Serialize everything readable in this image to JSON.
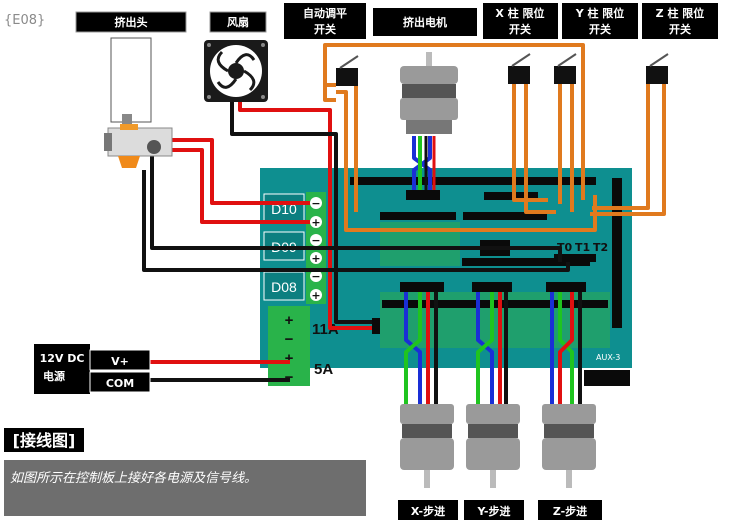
{
  "code": "{E08}",
  "labels": {
    "extruder": "挤出头",
    "fan": "风扇",
    "auto_level_1": "自动调平",
    "auto_level_2": "开关",
    "extruder_motor": "挤出电机",
    "x_limit_1": "X 柱 限位",
    "x_limit_2": "开关",
    "y_limit_1": "Y 柱 限位",
    "y_limit_2": "开关",
    "z_limit_1": "Z 柱 限位",
    "z_limit_2": "开关"
  },
  "power": {
    "spec": "12V DC",
    "name": "电源",
    "v_plus": "V+",
    "com": "COM",
    "minus": "−",
    "plus": "+"
  },
  "board": {
    "d10": "D10",
    "d9": "D09",
    "d8": "D08",
    "terminal_11a": "11A",
    "terminal_5a": "5A",
    "t0": "T0",
    "t1": "T1",
    "t2": "T2",
    "aux": "AUX-3",
    "plus": "+",
    "minus": "−"
  },
  "steppers": {
    "x": "X-步进",
    "y": "Y-步进",
    "z": "Z-步进"
  },
  "section_title": "[接线图]",
  "description": "如图所示在控制板上接好各电源及信号线。",
  "colors": {
    "board": "#0e8f90",
    "wire_red": "#e01010",
    "wire_black": "#111111",
    "wire_orange": "#e07a1e",
    "wire_blue": "#1a2fd6",
    "wire_green": "#1fc41f",
    "terminal_green": "#29b34a",
    "label_bg": "#000000",
    "caption_bg": "#6e6e6e"
  }
}
